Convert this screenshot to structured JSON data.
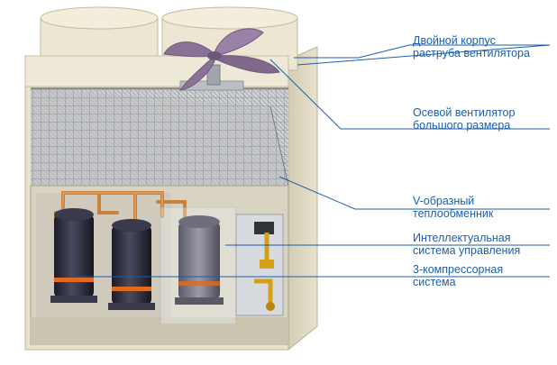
{
  "colors": {
    "accent": "#1d5ea8",
    "casing": "#e6e0cc",
    "casing_shadow": "#c9c1a7",
    "fan_blade": "#8a7296",
    "compressor": "#2a2a3a",
    "compressor_band": "#e06a20",
    "copper": "#c9823e"
  },
  "callouts": [
    {
      "id": "fan-shroud",
      "lines": [
        "Двойной корпус",
        "раструба вентилятора"
      ]
    },
    {
      "id": "axial-fan",
      "lines": [
        "Осевой вентилятор",
        "большого размера"
      ]
    },
    {
      "id": "heat-exchanger",
      "lines": [
        "V-образный",
        "теплообменник"
      ]
    },
    {
      "id": "control",
      "lines": [
        "Интеллектуальная",
        "система управления"
      ]
    },
    {
      "id": "compressors",
      "lines": [
        "3-компрессорная",
        "система"
      ]
    }
  ]
}
